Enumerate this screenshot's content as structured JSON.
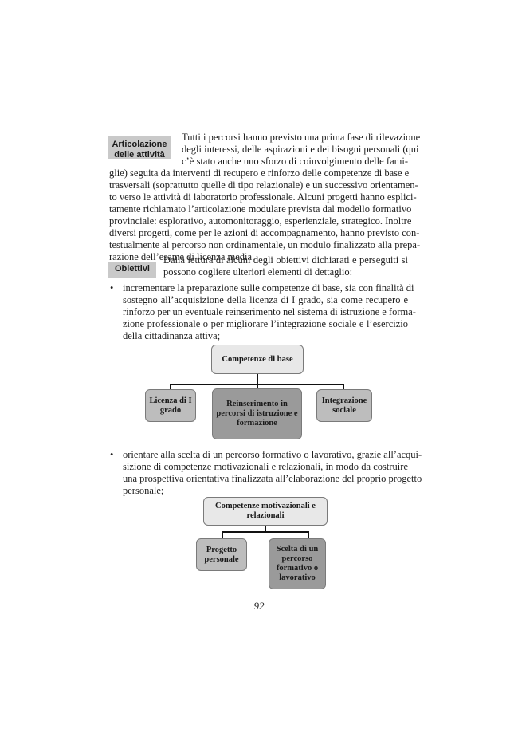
{
  "labels": {
    "articolazione": "Articolazione delle attività",
    "obiettivi": "Obiettivi"
  },
  "para1": [
    "Tutti i percorsi hanno previsto una prima fase di rilevazione",
    "degli interessi, delle aspirazioni e dei bisogni personali (qui",
    "c’è stato anche uno sforzo di coinvolgimento delle fami-",
    "glie) seguita da interventi di recupero e rinforzo delle competenze di base e",
    "trasversali (soprattutto quelle di tipo relazionale) e un successivo orientamen-",
    "to verso le attività di laboratorio professionale. Alcuni progetti hanno esplici-",
    "tamente richiamato l’articolazione modulare prevista dal modello formativo",
    "provinciale: esplorativo, automonitoraggio, esperienziale, strategico. Inoltre",
    "diversi progetti, come per le azioni di accompagnamento, hanno previsto con-",
    "testualmente al percorso non ordinamentale, un modulo finalizzato alla prepa-",
    "razione dell’esame di licenza media."
  ],
  "para2": [
    "Dalla lettura di alcuni degli obiettivi dichiarati e perseguiti si",
    "possono cogliere ulteriori elementi di dettaglio:"
  ],
  "bullet_char": "•",
  "bullet1": [
    "incrementare la preparazione sulle competenze di base, sia con finalità di",
    "sostegno all’acquisizione della licenza di I grado, sia come recupero e",
    "rinforzo per un eventuale reinserimento nel sistema di istruzione e forma-",
    "zione professionale o per migliorare l’integrazione sociale e l’esercizio",
    "della cittadinanza attiva;"
  ],
  "diagram1": {
    "top": "Competenze di base",
    "children": [
      "Licenza di I grado",
      "Reinserimento in percorsi di istruzione e formazione",
      "Integrazione sociale"
    ]
  },
  "bullet2": [
    "orientare alla scelta di un percorso formativo o lavorativo, grazie all’acqui-",
    "sizione di competenze motivazionali e relazionali, in modo da costruire",
    "una prospettiva orientativa finalizzata all’elaborazione del proprio progetto",
    "personale;"
  ],
  "diagram2": {
    "top": "Competenze motivazionali e relazionali",
    "children": [
      "Progetto personale",
      "Scelta di un percorso formativo o lavorativo"
    ]
  },
  "page_number": "92"
}
